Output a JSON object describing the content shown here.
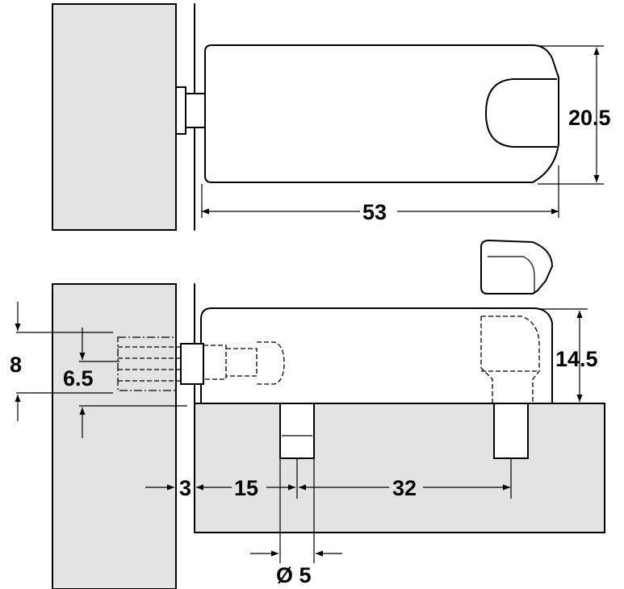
{
  "colors": {
    "panel_fill": "#e3e3e3",
    "body_fill": "#ffffff",
    "line": "#000000"
  },
  "dimensions": {
    "height_top": "20.5",
    "length_top": "53",
    "height_bottom": "14.5",
    "offset_8": "8",
    "offset_6_5": "6.5",
    "dist_3": "3",
    "dist_15": "15",
    "dist_32": "32",
    "diameter": "Ø 5"
  }
}
